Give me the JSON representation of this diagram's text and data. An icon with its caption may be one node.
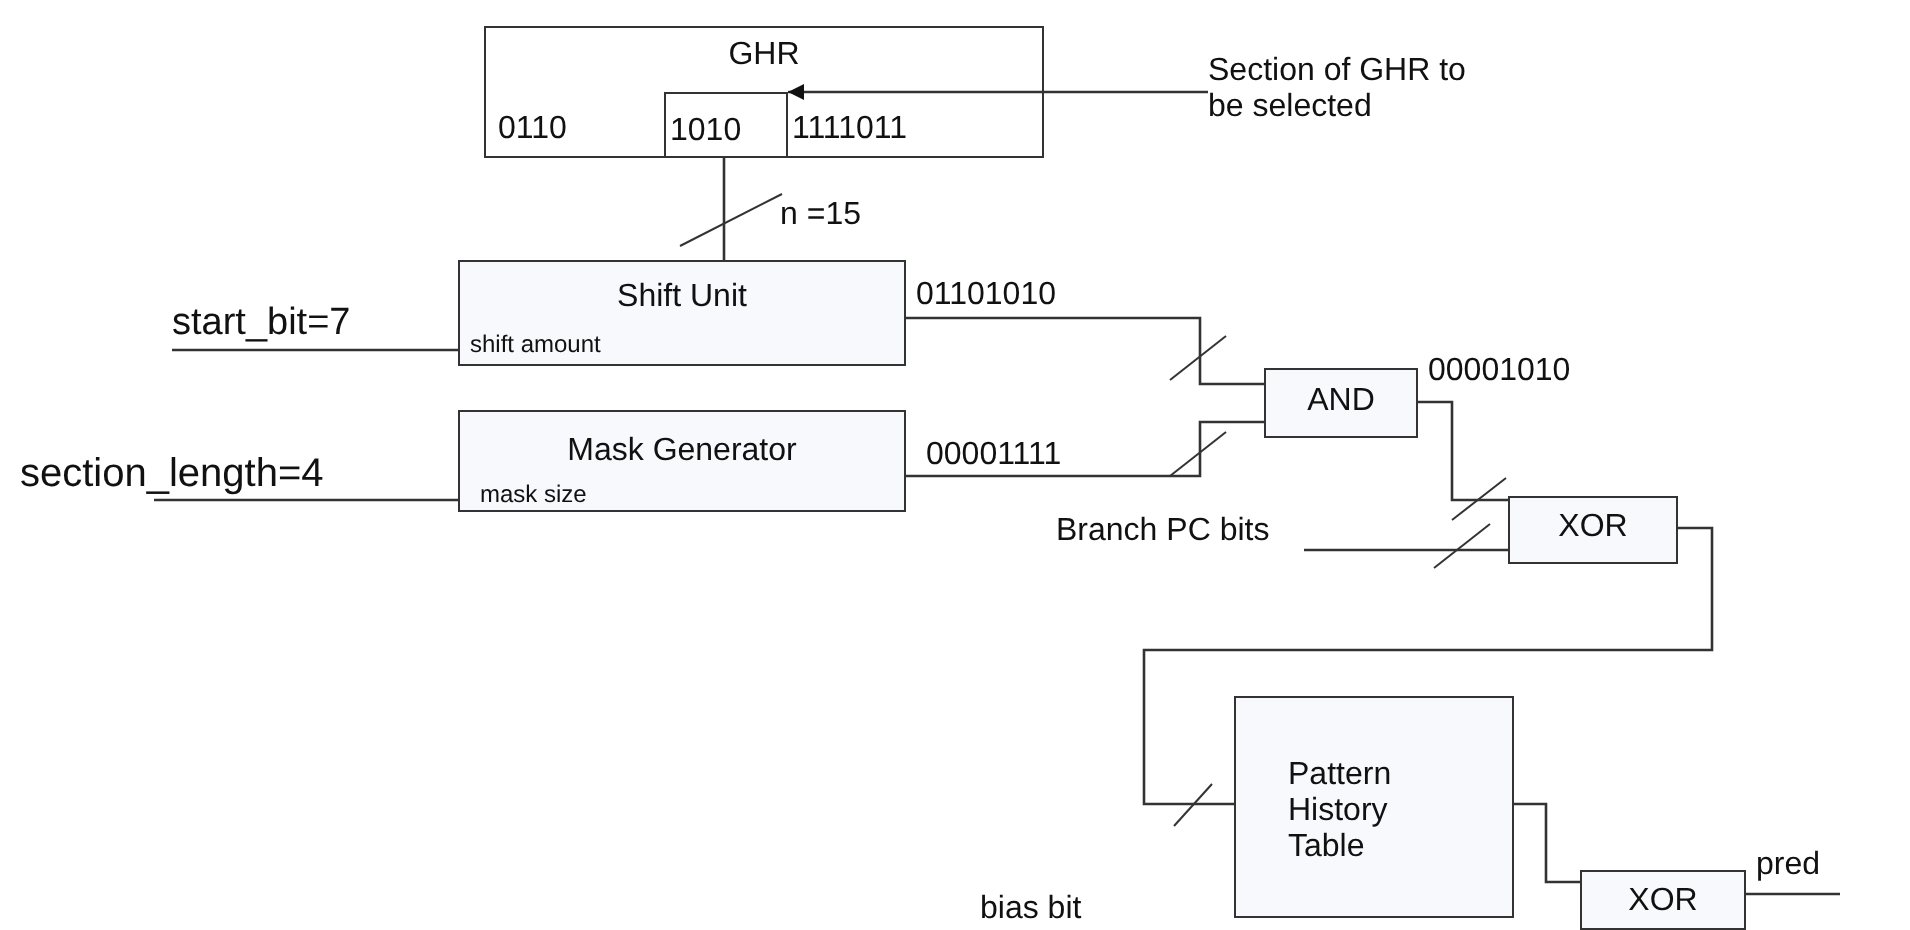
{
  "diagram": {
    "nodes": [
      {
        "text": [
          "GHR"
        ]
      },
      {
        "text": [
          "1010"
        ],
        "in": 0
      },
      {
        "text": [
          "Section of GHR to be selected"
        ]
      },
      {
        "text": [
          "Shift Unit",
          "shift amount"
        ]
      },
      {
        "text": [
          "start_bit=7"
        ]
      },
      {
        "text": [
          "Mask Generator",
          "mask size"
        ]
      },
      {
        "text": [
          "section_length=4"
        ]
      },
      {
        "text": [
          "AND"
        ]
      },
      {
        "text": [
          "XOR"
        ]
      },
      {
        "text": [
          "Branch PC bits"
        ]
      },
      {
        "text": [
          "Pattern History Table"
        ]
      },
      {
        "text": [
          "XOR"
        ]
      },
      {
        "text": [
          "pred"
        ]
      }
    ],
    "edges": [
      {
        "from": 2,
        "to": 1,
        "arrow": "to"
      },
      {
        "from": 1,
        "to": 3,
        "arrow": "none",
        "label": "n =15"
      },
      {
        "from": 4,
        "to": 3,
        "arrow": "none"
      },
      {
        "from": 3,
        "to": 7,
        "arrow": "none",
        "label": "01101010"
      },
      {
        "from": 6,
        "to": 5,
        "arrow": "none"
      },
      {
        "from": 5,
        "to": 7,
        "arrow": "none",
        "label": "00001111"
      },
      {
        "from": 7,
        "to": 8,
        "arrow": "none",
        "label": "00001010"
      },
      {
        "from": 9,
        "to": 8,
        "arrow": "none"
      },
      {
        "from": 8,
        "to": 10,
        "arrow": "none"
      },
      {
        "from": 10,
        "to": 11,
        "arrow": "none"
      },
      {
        "from": 11,
        "to": 12,
        "arrow": "none"
      }
    ],
    "labels": [
      "0110",
      "1111011",
      "bias bit"
    ]
  }
}
